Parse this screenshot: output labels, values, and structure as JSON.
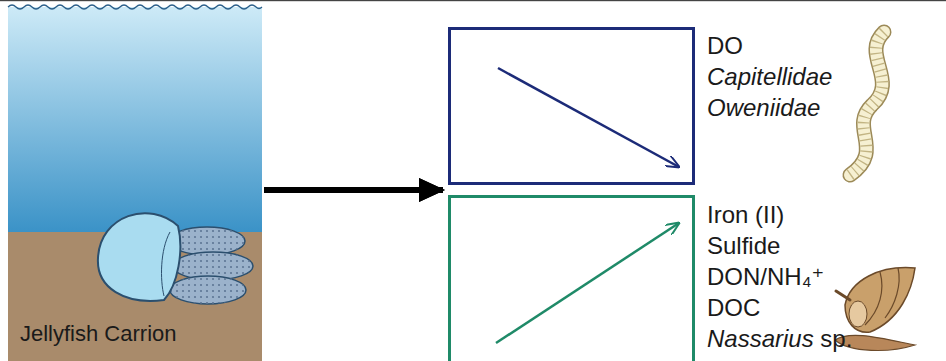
{
  "diagram": {
    "nodes": [
      {
        "text": [
          "Jellyfish Carrion"
        ]
      },
      {
        "text": [
          "DO",
          "Capitellidae",
          "Oweniidae"
        ]
      },
      {
        "text": [
          "Iron (II)",
          "Sulfide",
          "DON/NH₄⁺",
          "DOC",
          "Nassarius sp."
        ]
      }
    ],
    "edges": [
      {
        "from": 0,
        "to": 1,
        "arrow": "to"
      },
      {
        "from": 0,
        "to": 2,
        "arrow": "to"
      }
    ]
  }
}
